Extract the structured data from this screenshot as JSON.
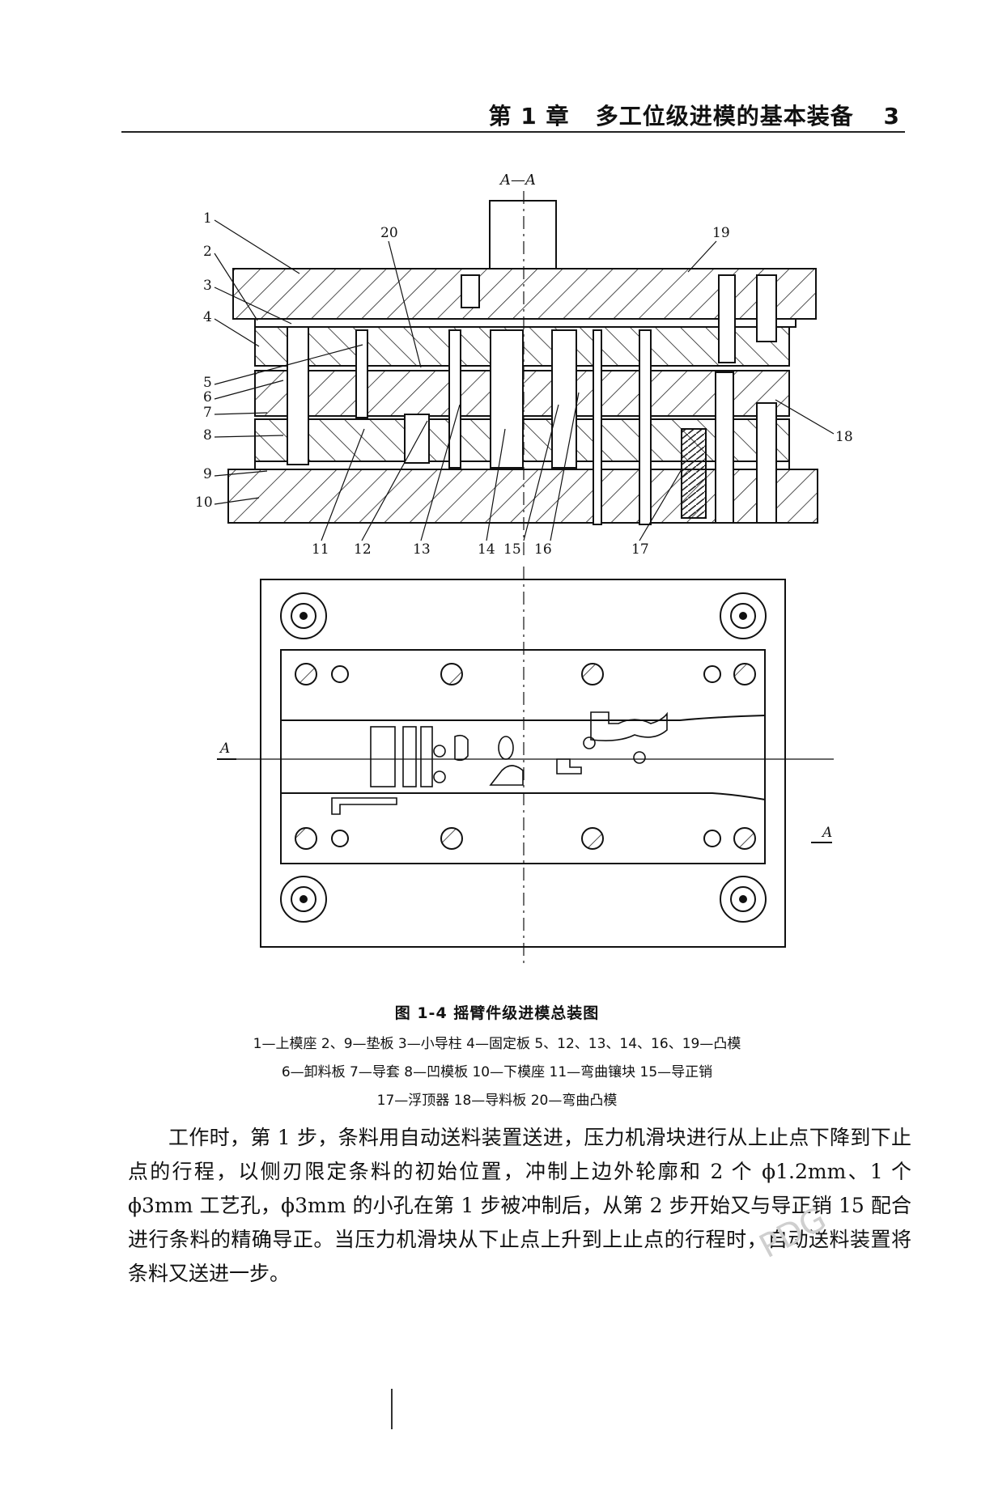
{
  "header": {
    "chapter": "第 1 章",
    "title": "多工位级进模的基本装备",
    "page_number": "3"
  },
  "figure": {
    "section_label": "A—A",
    "section_mark": "A",
    "part_numbers_left": [
      "1",
      "2",
      "3",
      "4",
      "5",
      "6",
      "7",
      "8",
      "9",
      "10"
    ],
    "part_numbers_bottom": [
      "11",
      "12",
      "13",
      "14",
      "15",
      "16",
      "17"
    ],
    "part_numbers_top": [
      "20",
      "19"
    ],
    "part_number_right": "18"
  },
  "caption": {
    "title": "图 1-4   摇臂件级进模总装图",
    "line1": "1—上模座   2、9—垫板   3—小导柱   4—固定板   5、12、13、14、16、19—凸模",
    "line2": "6—卸料板   7—导套   8—凹模板   10—下模座   11—弯曲镶块   15—导正销",
    "line3": "17—浮顶器   18—导料板   20—弯曲凸模"
  },
  "body": {
    "paragraph": "工作时，第 1 步，条料用自动送料装置送进，压力机滑块进行从上止点下降到下止点的行程，以侧刃限定条料的初始位置，冲制上边外轮廓和 2 个 ϕ1.2mm、1 个 ϕ3mm 工艺孔，ϕ3mm 的小孔在第 1 步被冲制后，从第 2 步开始又与导正销 15 配合进行条料的精确导正。当压力机滑块从下止点上升到上止点的行程时，自动送料装置将条料又送进一步。"
  },
  "watermark": "PDG"
}
